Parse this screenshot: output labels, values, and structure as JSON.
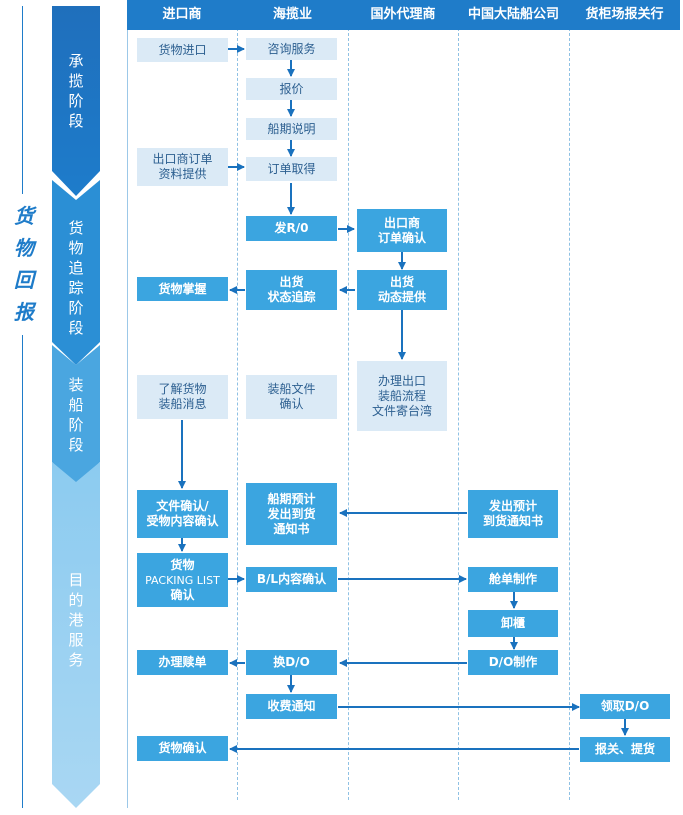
{
  "columns": [
    "进口商",
    "海揽业",
    "国外代理商",
    "中国大陆船公司",
    "货柜场报关行"
  ],
  "side_title": [
    "货",
    "物",
    "回",
    "报"
  ],
  "phases": [
    {
      "label": [
        "承",
        "揽",
        "阶",
        "段"
      ]
    },
    {
      "label": [
        "货",
        "物",
        "追",
        "踪",
        "阶",
        "段"
      ]
    },
    {
      "label": [
        "装",
        "船",
        "阶",
        "段"
      ]
    },
    {
      "label": [
        "目",
        "的",
        "港",
        "服",
        "务"
      ]
    }
  ],
  "boxes": {
    "b1": [
      "货物进口"
    ],
    "b2": [
      "咨询服务"
    ],
    "b3": [
      "报价"
    ],
    "b4": [
      "船期说明"
    ],
    "b5": [
      "出口商订单",
      "资料提供"
    ],
    "b6": [
      "订单取得"
    ],
    "b7": [
      "发R/0"
    ],
    "b8": [
      "出口商",
      "订单确认"
    ],
    "b9": [
      "货物掌握"
    ],
    "b10": [
      "出货",
      "状态追踪"
    ],
    "b11": [
      "出货",
      "动态提供"
    ],
    "b12": [
      "了解货物",
      "装船消息"
    ],
    "b13": [
      "装船文件",
      "确认"
    ],
    "b14": [
      "办理出口",
      "装船流程",
      "文件寄台湾"
    ],
    "b15": [
      "文件确认/",
      "受物内容确认"
    ],
    "b16": [
      "船期预计",
      "发出到货",
      "通知书"
    ],
    "b17": [
      "发出预计",
      "到货通知书"
    ],
    "b18": [
      "货物",
      "PACKING LIST",
      "确认"
    ],
    "b19": [
      "B/L内容确认"
    ],
    "b20": [
      "舱单制作"
    ],
    "b21": [
      "卸櫃"
    ],
    "b22": [
      "办理赎单"
    ],
    "b23": [
      "换D/O"
    ],
    "b24": [
      "D/O制作"
    ],
    "b25": [
      "收费通知"
    ],
    "b26": [
      "领取D/O"
    ],
    "b27": [
      "货物确认"
    ],
    "b28": [
      "报关、提货"
    ]
  },
  "colors": {
    "header": "#1f7cc9",
    "arrow": "#1a72be",
    "box_light": "#dbeaf6",
    "box_dark": "#3ba5e0"
  }
}
